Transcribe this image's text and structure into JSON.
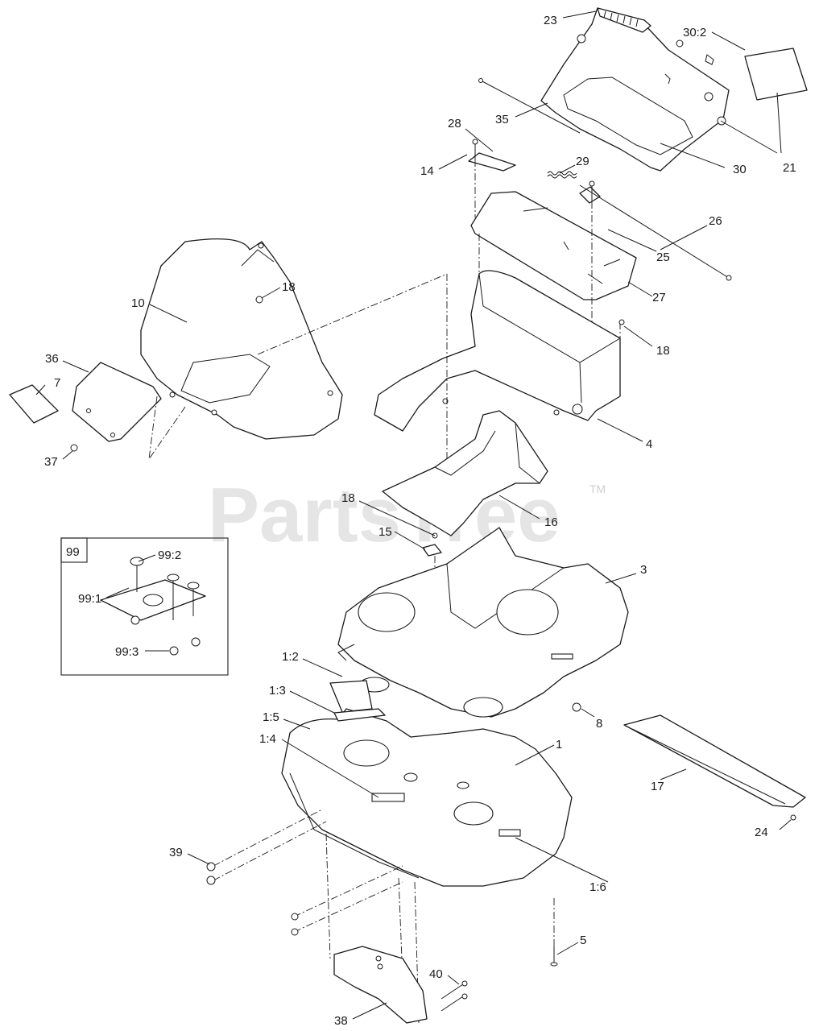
{
  "watermark": {
    "text": "PartsTree",
    "trademark": "TM"
  },
  "inset": {
    "id": "99",
    "labels": [
      "99:2",
      "99:1",
      "99:3"
    ]
  },
  "callouts": [
    {
      "id": "c23",
      "text": "23"
    },
    {
      "id": "c30_2",
      "text": "30:2"
    },
    {
      "id": "c35",
      "text": "35"
    },
    {
      "id": "c28",
      "text": "28"
    },
    {
      "id": "c14",
      "text": "14"
    },
    {
      "id": "c29",
      "text": "29"
    },
    {
      "id": "c30",
      "text": "30"
    },
    {
      "id": "c21",
      "text": "21"
    },
    {
      "id": "c26",
      "text": "26"
    },
    {
      "id": "c25",
      "text": "25"
    },
    {
      "id": "c27",
      "text": "27"
    },
    {
      "id": "c18a",
      "text": "18"
    },
    {
      "id": "c10",
      "text": "10"
    },
    {
      "id": "c18b",
      "text": "18"
    },
    {
      "id": "c36",
      "text": "36"
    },
    {
      "id": "c7",
      "text": "7"
    },
    {
      "id": "c37",
      "text": "37"
    },
    {
      "id": "c4",
      "text": "4"
    },
    {
      "id": "c18c",
      "text": "18"
    },
    {
      "id": "c15",
      "text": "15"
    },
    {
      "id": "c16",
      "text": "16"
    },
    {
      "id": "c3",
      "text": "3"
    },
    {
      "id": "c1_2",
      "text": "1:2"
    },
    {
      "id": "c1_3",
      "text": "1:3"
    },
    {
      "id": "c1_5",
      "text": "1:5"
    },
    {
      "id": "c1_4",
      "text": "1:4"
    },
    {
      "id": "c8",
      "text": "8"
    },
    {
      "id": "c1",
      "text": "1"
    },
    {
      "id": "c17",
      "text": "17"
    },
    {
      "id": "c24",
      "text": "24"
    },
    {
      "id": "c39",
      "text": "39"
    },
    {
      "id": "c1_6",
      "text": "1:6"
    },
    {
      "id": "c5",
      "text": "5"
    },
    {
      "id": "c40",
      "text": "40"
    },
    {
      "id": "c38",
      "text": "38"
    }
  ]
}
